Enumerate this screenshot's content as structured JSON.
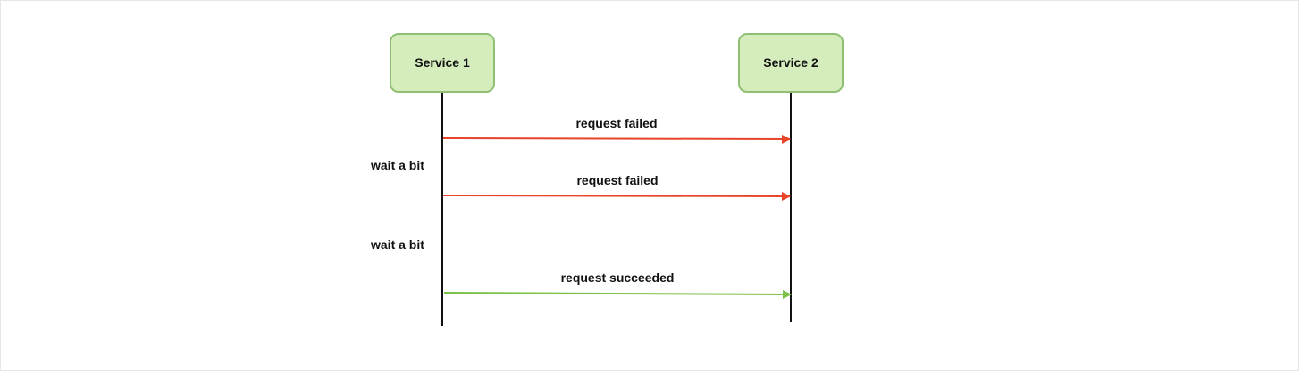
{
  "participants": [
    {
      "label": "Service 1"
    },
    {
      "label": "Service 2"
    }
  ],
  "messages": [
    {
      "label": "request failed",
      "status": "failed"
    },
    {
      "label": "request failed",
      "status": "failed"
    },
    {
      "label": "request succeeded",
      "status": "succeeded"
    }
  ],
  "notes": [
    {
      "label": "wait a bit"
    },
    {
      "label": "wait a bit"
    }
  ],
  "colors": {
    "box_fill": "#d5edbd",
    "box_stroke": "#8fbf73",
    "lifeline": "#111111",
    "failed_arrow": "#e8442a",
    "success_arrow": "#7cc24a"
  }
}
